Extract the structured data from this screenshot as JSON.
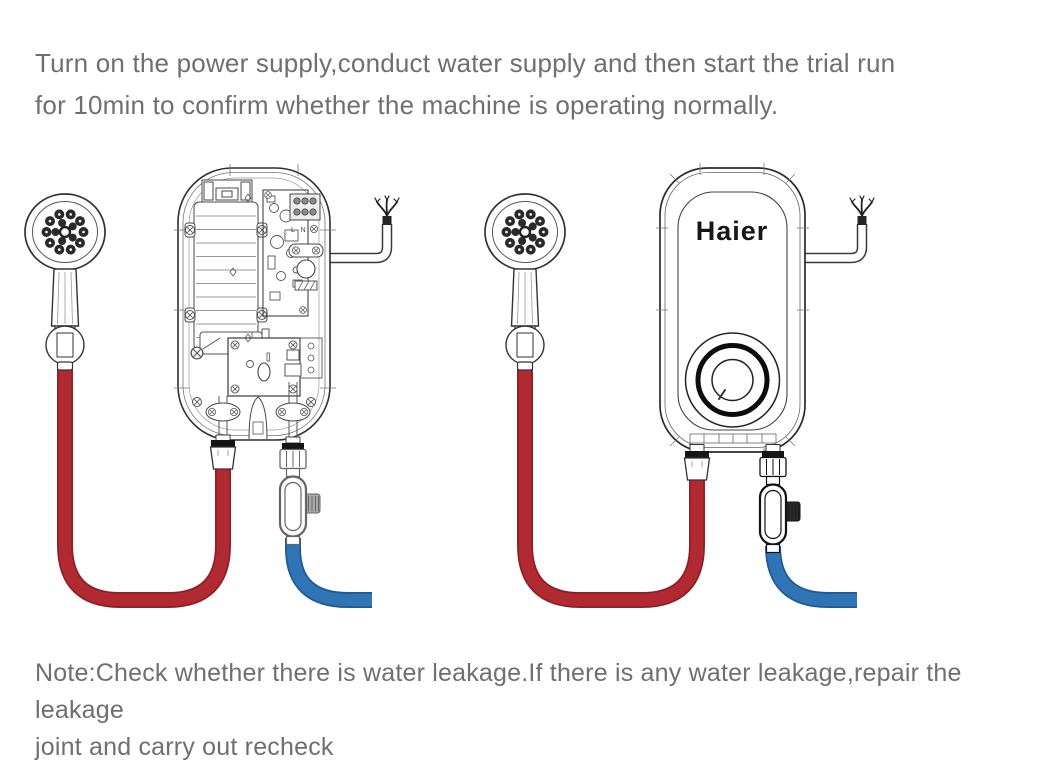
{
  "instruction": {
    "line1": "Turn on the power supply,conduct water supply and then start the trial run",
    "line2": "for 10min to confirm whether the machine is operating normally."
  },
  "note": {
    "line1": "Note:Check whether there is water leakage.If there is any water leakage,repair the leakage",
    "line2": "joint and carry out recheck"
  },
  "heater": {
    "brand": "Haier",
    "terminal_label": "L N"
  },
  "colors": {
    "hot_pipe": "#b22a31",
    "hot_dark": "#8c2026",
    "cold_pipe": "#2f74b5",
    "cold_dark": "#1f5a94",
    "text_color": "#6f6f6f",
    "line_color": "#333333"
  }
}
